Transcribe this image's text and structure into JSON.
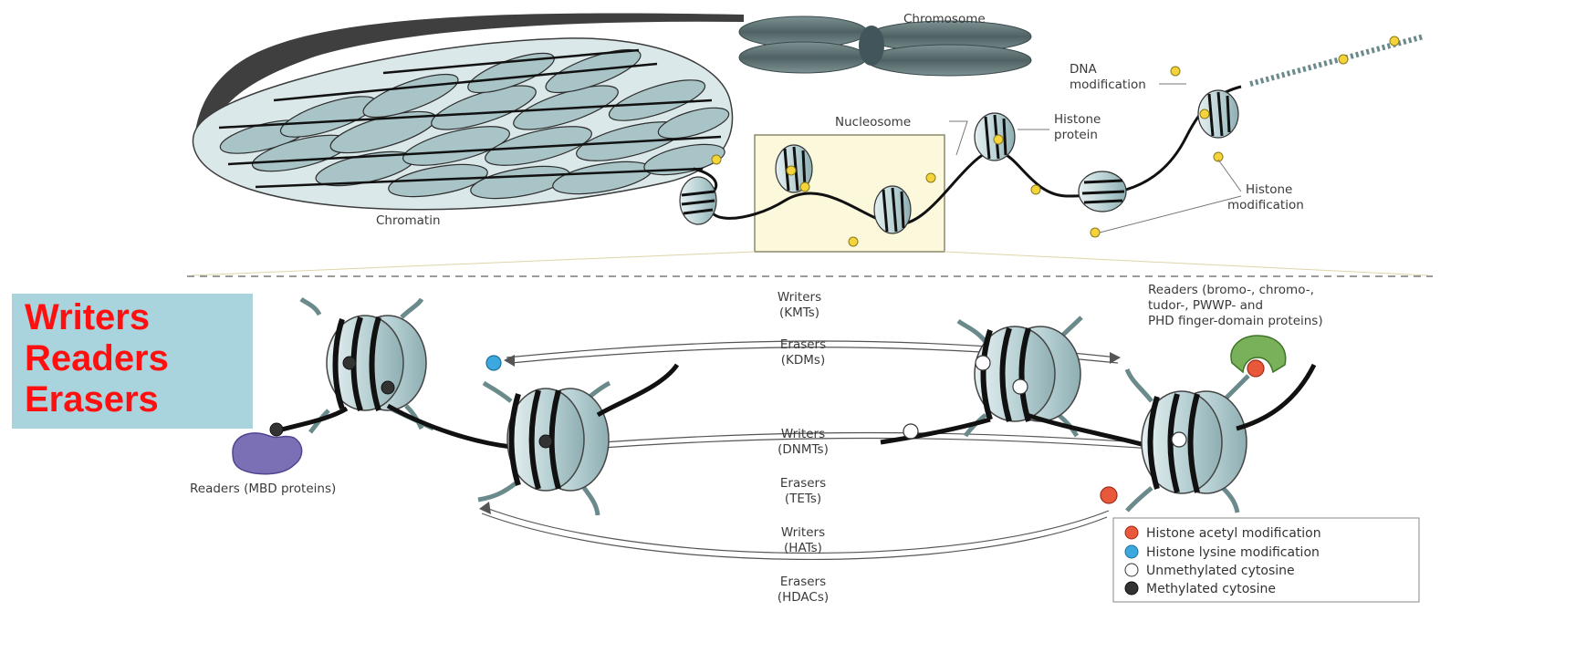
{
  "labels": {
    "chromosome": "Chromosome",
    "dna_modification": [
      "DNA",
      "modification"
    ],
    "nucleosome": "Nucleosome",
    "histone_protein": [
      "Histone",
      "protein"
    ],
    "chromatin": "Chromatin",
    "histone_modification": [
      "Histone",
      "modification"
    ],
    "readers_mbd": "Readers (MBD proteins)",
    "readers_domains": [
      "Readers (bromo-, chromo-,",
      "tudor-, PWWP- and",
      "PHD finger-domain proteins)"
    ],
    "writers_kmts": [
      "Writers",
      "(KMTs)"
    ],
    "erasers_kdms": [
      "Erasers",
      "(KDMs)"
    ],
    "writers_dnmts": [
      "Writers",
      "(DNMTs)"
    ],
    "erasers_tets": [
      "Erasers",
      "(TETs)"
    ],
    "writers_hats": [
      "Writers",
      "(HATs)"
    ],
    "erasers_hdacs": [
      "Erasers",
      "(HDACs)"
    ]
  },
  "title_box": {
    "lines": [
      "Writers",
      "Readers",
      "Erasers"
    ]
  },
  "legend": [
    {
      "label": "Histone acetyl modification",
      "color": "#e8593c"
    },
    {
      "label": "Histone lysine modification",
      "color": "#3ba9df"
    },
    {
      "label": "Unmethylated cytosine",
      "color": "#ffffff"
    },
    {
      "label": "Methylated cytosine",
      "color": "#333333"
    }
  ],
  "colors": {
    "title_text": "#ff1010",
    "title_box_bg": "#a9d4dd",
    "highlight_box": "#fbf8dc",
    "nucleosome_fill": "#bfd6d8",
    "acetyl_mark": "#e8593c",
    "lysine_mark": "#3ba9df",
    "dna_mark": "#f4d43a",
    "reader_mbd": "#7b6fb5",
    "reader_domain": "#79b05a"
  }
}
